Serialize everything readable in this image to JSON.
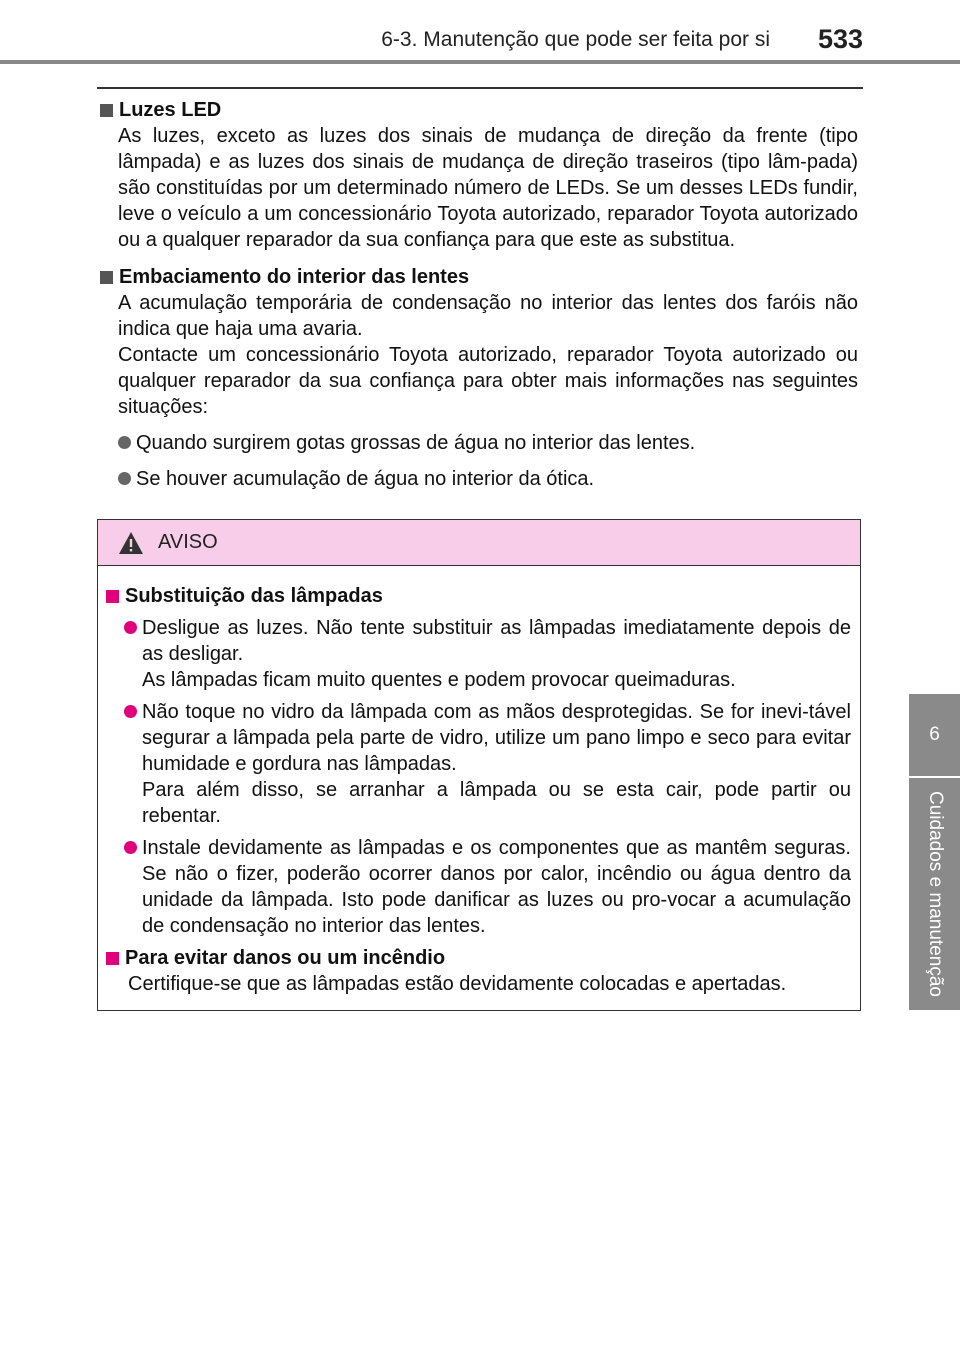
{
  "header": {
    "title": "6-3. Manutenção que pode ser feita por si",
    "page_number": "533"
  },
  "side_tab": {
    "number": "6",
    "label": "Cuidados e manutenção"
  },
  "sections": {
    "led": {
      "title": "Luzes LED",
      "text": "As luzes, exceto as luzes dos sinais de mudança de direção da frente (tipo lâmpada) e as luzes dos sinais de mudança de direção traseiros (tipo lâm-pada) são constituídas por um determinado número de LEDs. Se um desses LEDs fundir, leve o veículo a um concessionário Toyota autorizado, reparador Toyota autorizado ou a qualquer reparador da sua confiança para que este as substitua."
    },
    "fog": {
      "title": "Embaciamento do interior das lentes",
      "text1": "A acumulação temporária de condensação no interior das lentes dos faróis não indica que haja uma avaria.",
      "text2": "Contacte um concessionário Toyota autorizado, reparador Toyota autorizado ou qualquer reparador da sua confiança para obter mais informações nas seguintes situações:",
      "bullets": [
        "Quando surgirem gotas grossas de água no interior das lentes.",
        "Se houver acumulação de água no interior da ótica."
      ]
    }
  },
  "warning": {
    "label": "AVISO",
    "accent_color": "#e0007a",
    "header_color": "#f7cdea",
    "bulbs": {
      "title": "Substituição das lâmpadas",
      "items": [
        {
          "a": "Desligue as luzes. Não tente substituir as lâmpadas imediatamente depois de as desligar.",
          "b": "As lâmpadas ficam muito quentes e podem provocar queimaduras."
        },
        {
          "a": "Não toque no vidro da lâmpada com as mãos desprotegidas. Se for inevi-tável segurar a lâmpada pela parte de vidro, utilize um pano limpo e seco para evitar humidade e gordura nas lâmpadas.",
          "b": "Para além disso, se arranhar a lâmpada ou se esta cair, pode partir ou rebentar."
        },
        {
          "a": "Instale devidamente as lâmpadas e os componentes que as mantêm seguras. Se não o fizer, poderão ocorrer danos por calor, incêndio ou água dentro da unidade da lâmpada. Isto pode danificar as luzes ou pro-vocar a acumulação de condensação no interior das lentes.",
          "b": ""
        }
      ]
    },
    "fire": {
      "title": "Para evitar danos ou um incêndio",
      "text": "Certifique-se que as lâmpadas estão devidamente colocadas e apertadas."
    }
  }
}
